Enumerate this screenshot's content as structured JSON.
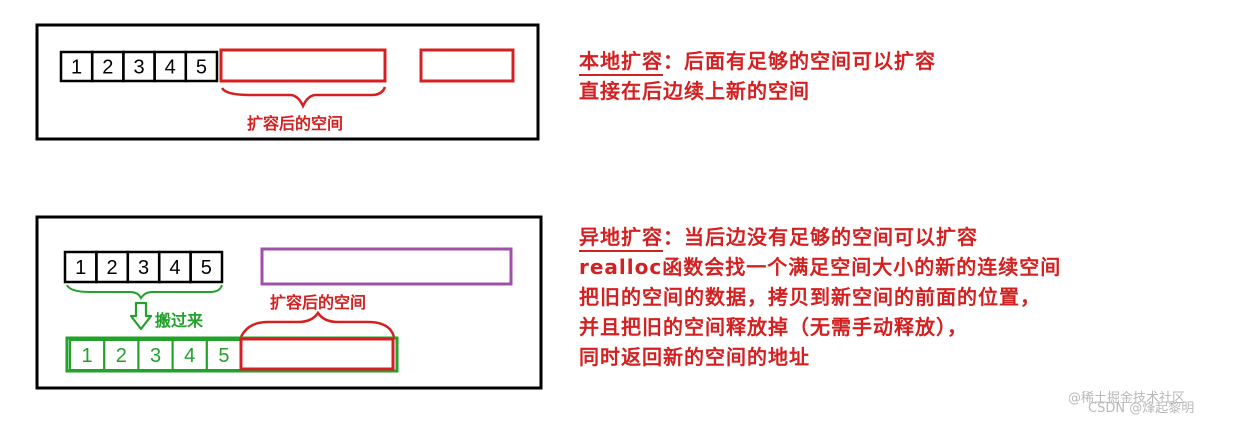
{
  "colors": {
    "frame": "#000000",
    "red": "#d42020",
    "green": "#22a22a",
    "purple": "#a050a8",
    "watermark": "#b8b8b8"
  },
  "top_diagram": {
    "cells": [
      "1",
      "2",
      "3",
      "4",
      "5"
    ],
    "expanded_label": "扩容后的空间"
  },
  "bottom_diagram": {
    "old_cells": [
      "1",
      "2",
      "3",
      "4",
      "5"
    ],
    "moved_label": "搬过来",
    "expanded_label": "扩容后的空间",
    "new_cells": [
      "1",
      "2",
      "3",
      "4",
      "5"
    ]
  },
  "notes": {
    "local": {
      "title": "本地扩容",
      "colon_text": "：后面有足够的空间可以扩容",
      "line2": "直接在后边续上新的空间"
    },
    "remote": {
      "title": "异地扩容",
      "colon_text": "：当后边没有足够的空间可以扩容",
      "line2": "realloc函数会找一个满足空间大小的新的连续空间",
      "line3": "把旧的空间的数据，拷贝到新空间的前面的位置，",
      "line4": "并且把旧的空间释放掉（无需手动释放），",
      "line5": "同时返回新的空间的地址"
    }
  },
  "watermark": {
    "a": "@稀土掘金技术社区",
    "b": "CSDN @烽起黎明"
  }
}
